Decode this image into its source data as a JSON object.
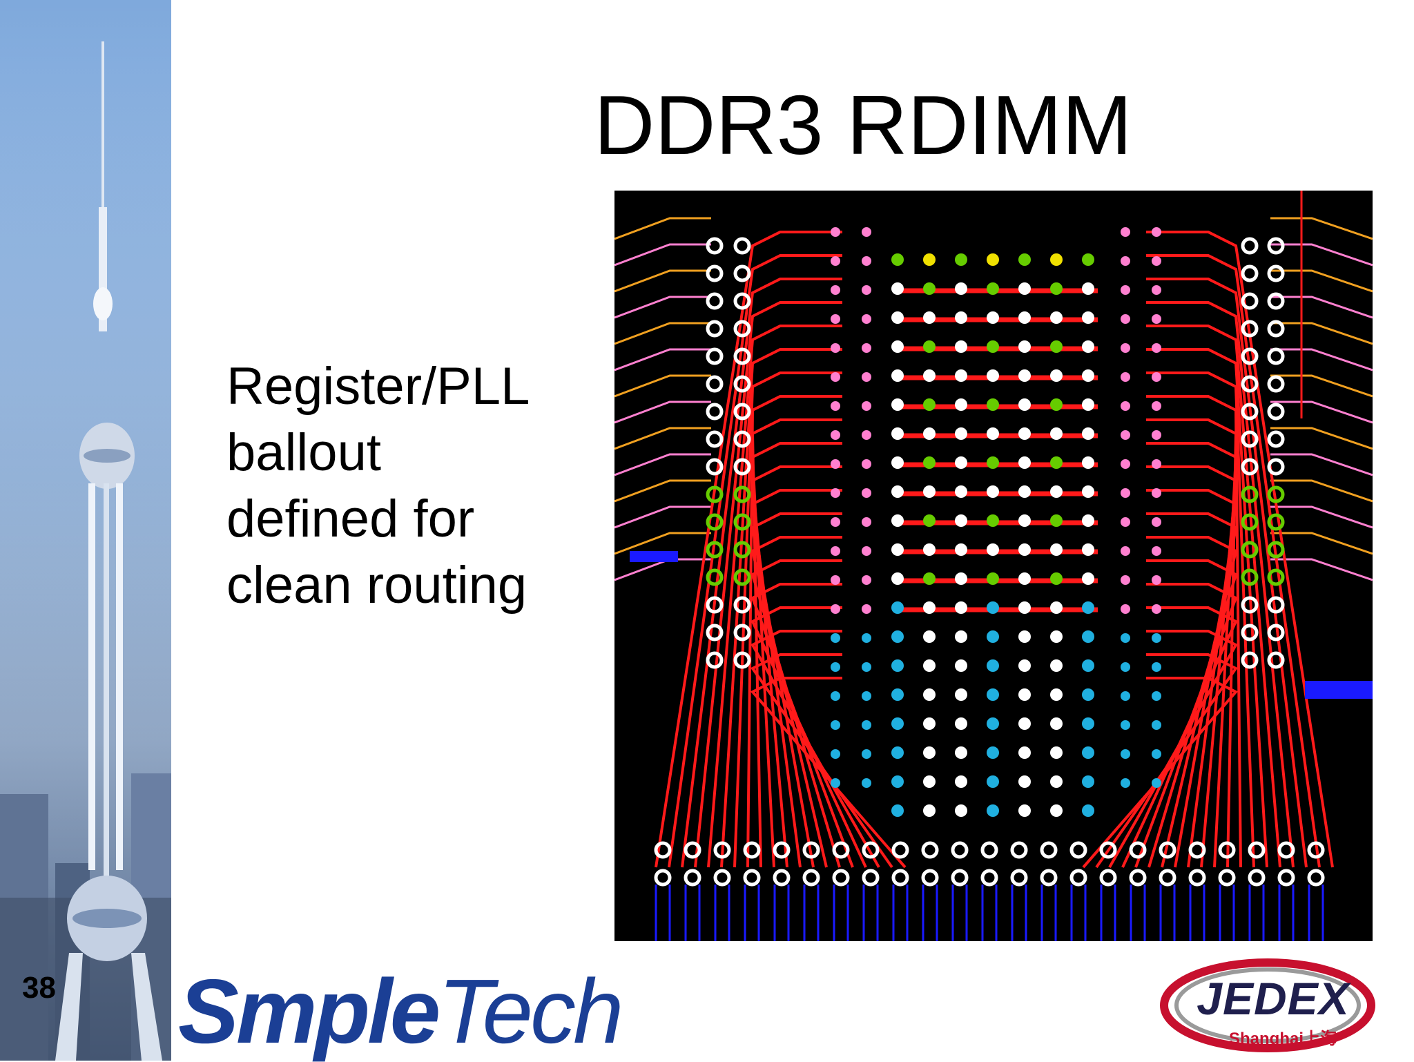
{
  "slide": {
    "title": "DDR3 RDIMM",
    "bullet": "Register/PLL ballout defined for clean routing",
    "page_number": "38"
  },
  "logos": {
    "simpletech": {
      "part1": "S",
      "part2": "mple",
      "part3": "Tech",
      "color": "#1b3f95"
    },
    "jedex": {
      "name": "JEDEX",
      "sub": "Shanghai上海",
      "ring_color": "#c7102e"
    }
  },
  "figure": {
    "name": "pcb-routing-layout",
    "colors": {
      "background": "#000000",
      "trace_red": "#ff1a1a",
      "trace_orange": "#f0a020",
      "trace_pink": "#ff80d0",
      "trace_blue": "#1a1aff",
      "pad_green": "#66cc00",
      "pad_yellow": "#f0e000",
      "pad_cyan": "#20b0e0",
      "pad_white": "#ffffff"
    }
  }
}
